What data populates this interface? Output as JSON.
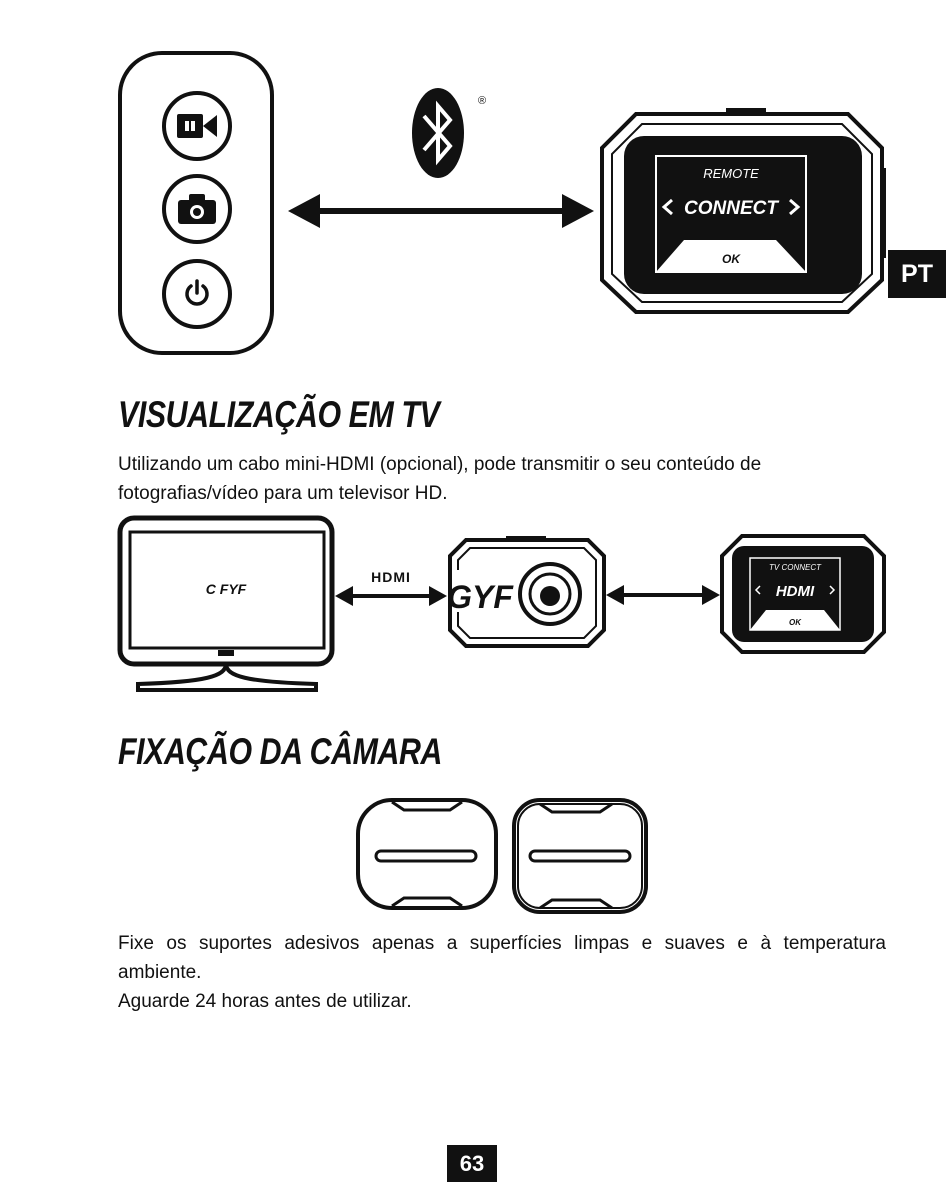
{
  "language_tab": "PT",
  "remote": {
    "buttons": [
      "video-camera-icon",
      "photo-camera-icon",
      "power-icon"
    ]
  },
  "bluetooth": {
    "registered_mark": "®"
  },
  "camera_screen": {
    "title": "REMOTE",
    "option": "CONNECT",
    "ok": "OK"
  },
  "tv_section": {
    "title": "VISUALIZAÇÃO EM TV",
    "body_line1": "Utilizando um cabo mini-HDMI (opcional), pode transmitir o seu conteúdo de",
    "body_line2": "fotografias/vídeo para um televisor HD.",
    "tv_screen_text": "C FYF",
    "cable_label": "HDMI",
    "camera_logo": "GYF",
    "hdmi_screen": {
      "title": "TV CONNECT",
      "option": "HDMI",
      "ok": "OK"
    }
  },
  "mount_section": {
    "title": "FIXAÇÃO DA CÂMARA",
    "body_line1": "Fixe os suportes adesivos apenas a superfícies limpas e suaves e à temperatura",
    "body_line2": "ambiente.",
    "body_line3": "Aguarde 24 horas antes de utilizar."
  },
  "page_number": "63"
}
